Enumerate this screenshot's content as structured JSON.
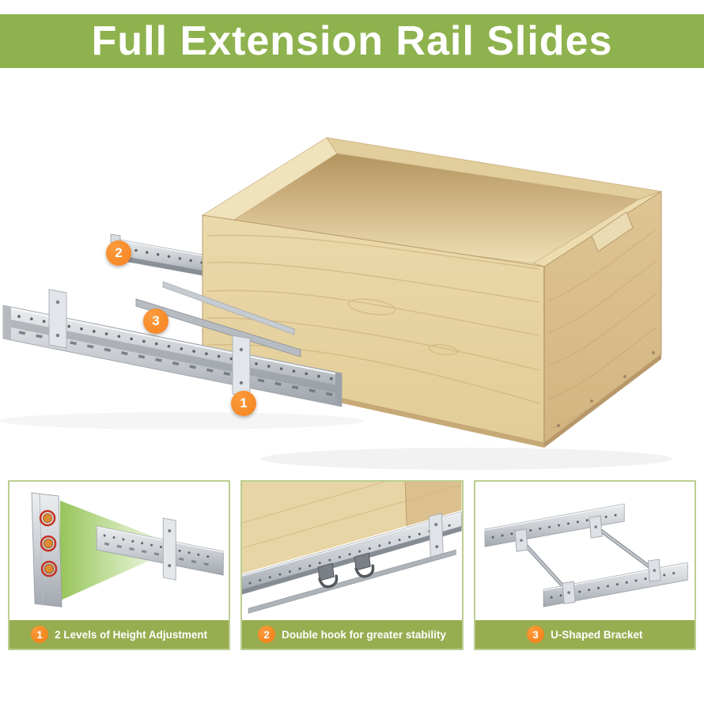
{
  "header": {
    "title": "Full Extension Rail Slides"
  },
  "colors": {
    "banner_green": "#8EB24E",
    "label_green": "#97AD50",
    "badge_orange": "#F6821F",
    "panel_border": "#BCCE90",
    "wood_light": "#E9D6A6",
    "wood_dark": "#D9BE8C",
    "rail_silver": "#C6CAD0"
  },
  "main_image": {
    "description": "Wooden drawer box shown with full extension ball-bearing rail slides pulled out to the left, with numbered part callouts",
    "callouts": [
      {
        "number": "1"
      },
      {
        "number": "2"
      },
      {
        "number": "3"
      }
    ]
  },
  "features": [
    {
      "number": "1",
      "label": "2 Levels of Height Adjustment"
    },
    {
      "number": "2",
      "label": "Double hook for greater stability"
    },
    {
      "number": "3",
      "label": "U-Shaped Bracket"
    }
  ]
}
